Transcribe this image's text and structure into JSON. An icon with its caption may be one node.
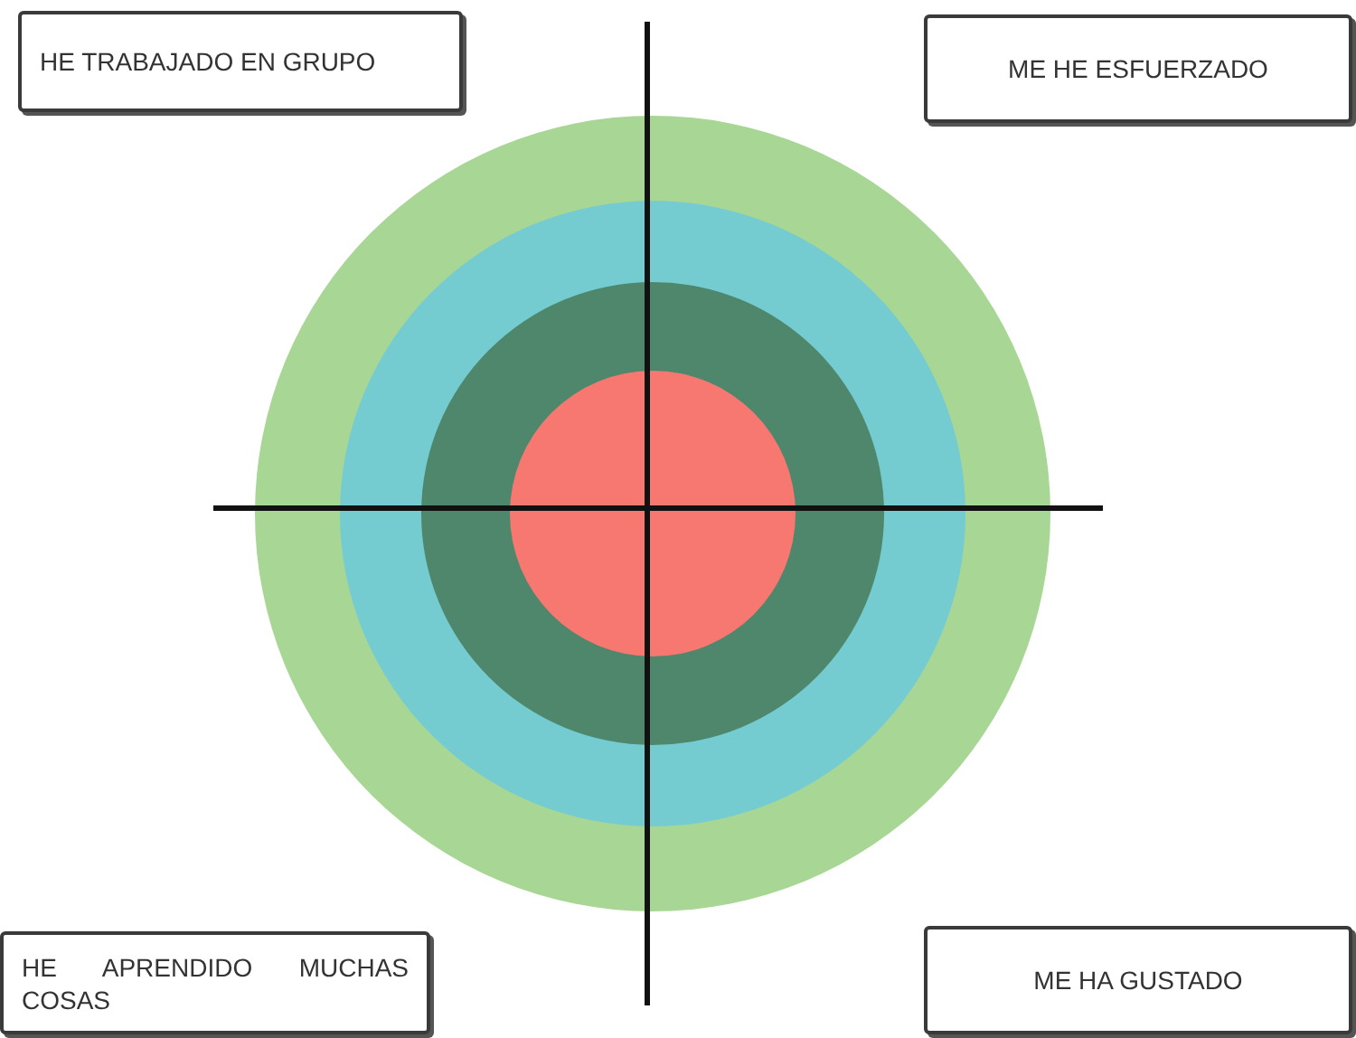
{
  "diagram": {
    "nodes": [
      {
        "text": [
          "HE TRABAJADO EN GRUPO"
        ]
      },
      {
        "text": [
          "ME HE ESFUERZADO"
        ]
      },
      {
        "text": [],
        "shape": "circle"
      },
      {
        "text": [],
        "shape": "circle",
        "in": 2
      },
      {
        "text": [],
        "shape": "circle",
        "in": 3
      },
      {
        "text": [],
        "shape": "circle",
        "in": 4
      },
      {
        "text": [
          "HE APRENDIDO MUCHAS COSAS"
        ]
      },
      {
        "text": [
          "ME HA GUSTADO"
        ]
      }
    ]
  }
}
